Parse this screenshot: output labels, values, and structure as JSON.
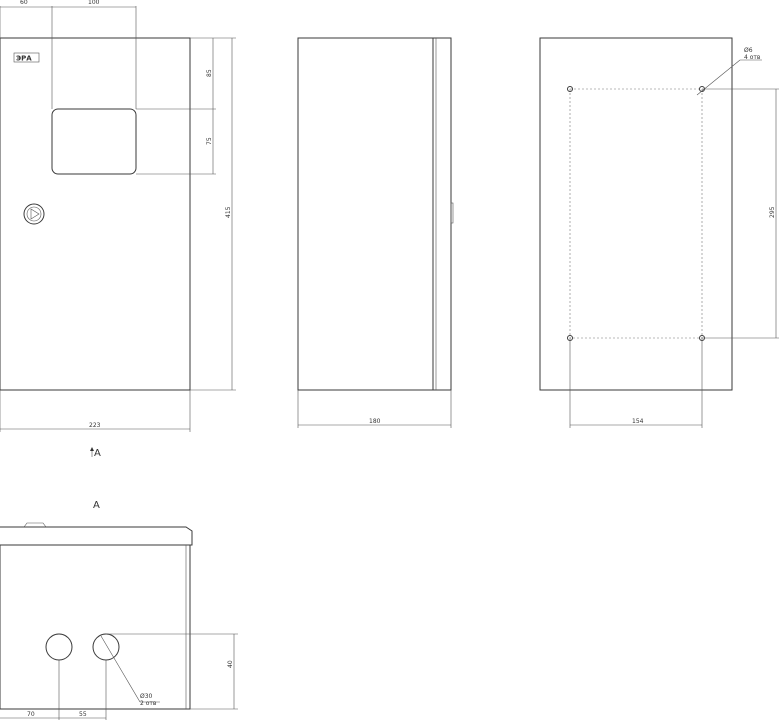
{
  "front_view": {
    "logo": "ЭРА",
    "dims": {
      "left_offset": "60",
      "window_width": "100",
      "top_to_window": "85",
      "window_height": "75",
      "total_height": "415",
      "width": "223"
    },
    "view_marker": "A"
  },
  "side_view": {
    "dims": {
      "depth": "180"
    }
  },
  "back_view": {
    "hole_note_1": "Ø6",
    "hole_note_2": "4 отв",
    "dims": {
      "hole_spacing_vertical": "295",
      "hole_spacing_horizontal": "154"
    }
  },
  "bottom_view": {
    "title": "A",
    "hole_note_1": "Ø30",
    "hole_note_2": "2 отв",
    "dims": {
      "first_hole": "70",
      "hole_spacing": "55",
      "hole_height": "40"
    }
  }
}
